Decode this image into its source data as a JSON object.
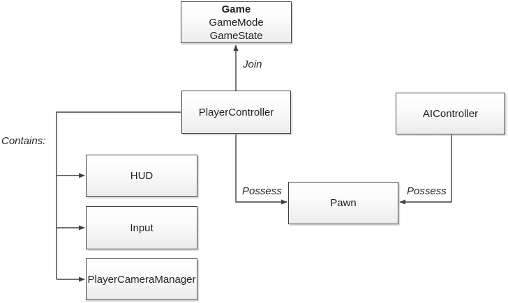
{
  "diagram": {
    "nodes": {
      "game": {
        "title": "Game",
        "subtitle1": "GameMode",
        "subtitle2": "GameState"
      },
      "player_controller": {
        "label": "PlayerController"
      },
      "ai_controller": {
        "label": "AIController"
      },
      "pawn": {
        "label": "Pawn"
      },
      "hud": {
        "label": "HUD"
      },
      "input": {
        "label": "Input"
      },
      "player_camera_manager": {
        "label": "PlayerCameraManager"
      }
    },
    "edge_labels": {
      "join": "Join",
      "possess_left": "Possess",
      "possess_right": "Possess",
      "contains": "Contains:"
    },
    "colors": {
      "connector": "#404040",
      "box_border": "#3f3f3f",
      "box_fill_top": "#ffffff",
      "box_fill_bottom": "#ececec",
      "text": "#1f1f1f",
      "background": "#ffffff"
    }
  }
}
